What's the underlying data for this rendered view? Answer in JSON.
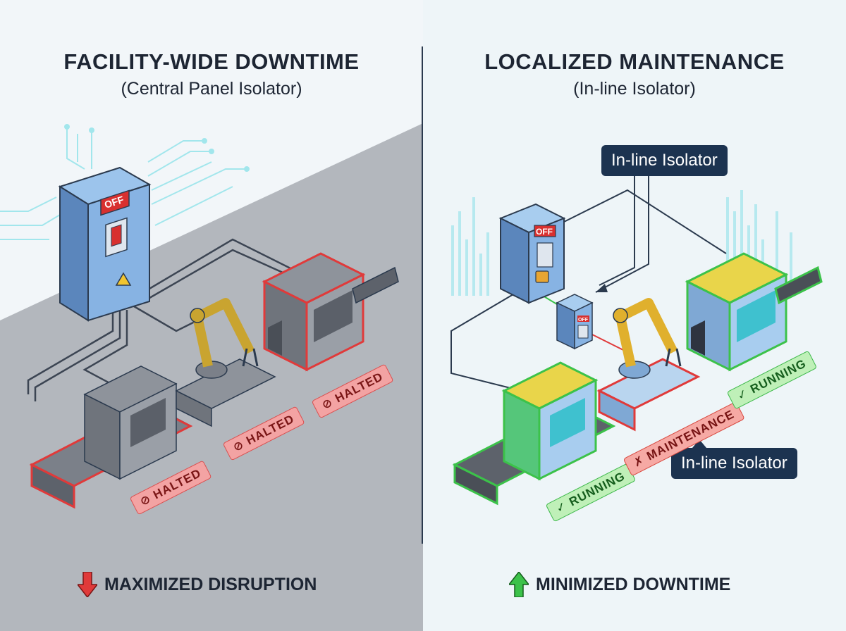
{
  "left": {
    "title": "FACILITY-WIDE DOWNTIME",
    "subtitle": "(Central Panel Isolator)",
    "switch_label": "OFF",
    "status_tags": [
      {
        "text": "HALTED",
        "symbol": "⊘"
      },
      {
        "text": "HALTED",
        "symbol": "⊘"
      },
      {
        "text": "HALTED",
        "symbol": "⊘"
      }
    ],
    "outcome": "MAXIMIZED DISRUPTION",
    "outcome_icon": "arrow-down-icon"
  },
  "right": {
    "title": "LOCALIZED MAINTENANCE",
    "subtitle": "(In-line Isolator)",
    "switch_label": "OFF",
    "small_switch_label": "OFF",
    "callouts": [
      "In-line Isolator",
      "In-line Isolator"
    ],
    "status_tags": [
      {
        "text": "RUNNING",
        "symbol": "✓"
      },
      {
        "text": "MAINTENANCE",
        "symbol": "✗"
      },
      {
        "text": "RUNNING",
        "symbol": "✓"
      }
    ],
    "outcome": "MINIMIZED DOWNTIME",
    "outcome_icon": "arrow-up-icon"
  },
  "colors": {
    "halted": "#e03a3a",
    "running": "#3cc24a",
    "callout": "#1c3350",
    "panel_blue": "#7faee0",
    "left_background": "#b8bcc2",
    "right_background": "#eef5f8"
  }
}
